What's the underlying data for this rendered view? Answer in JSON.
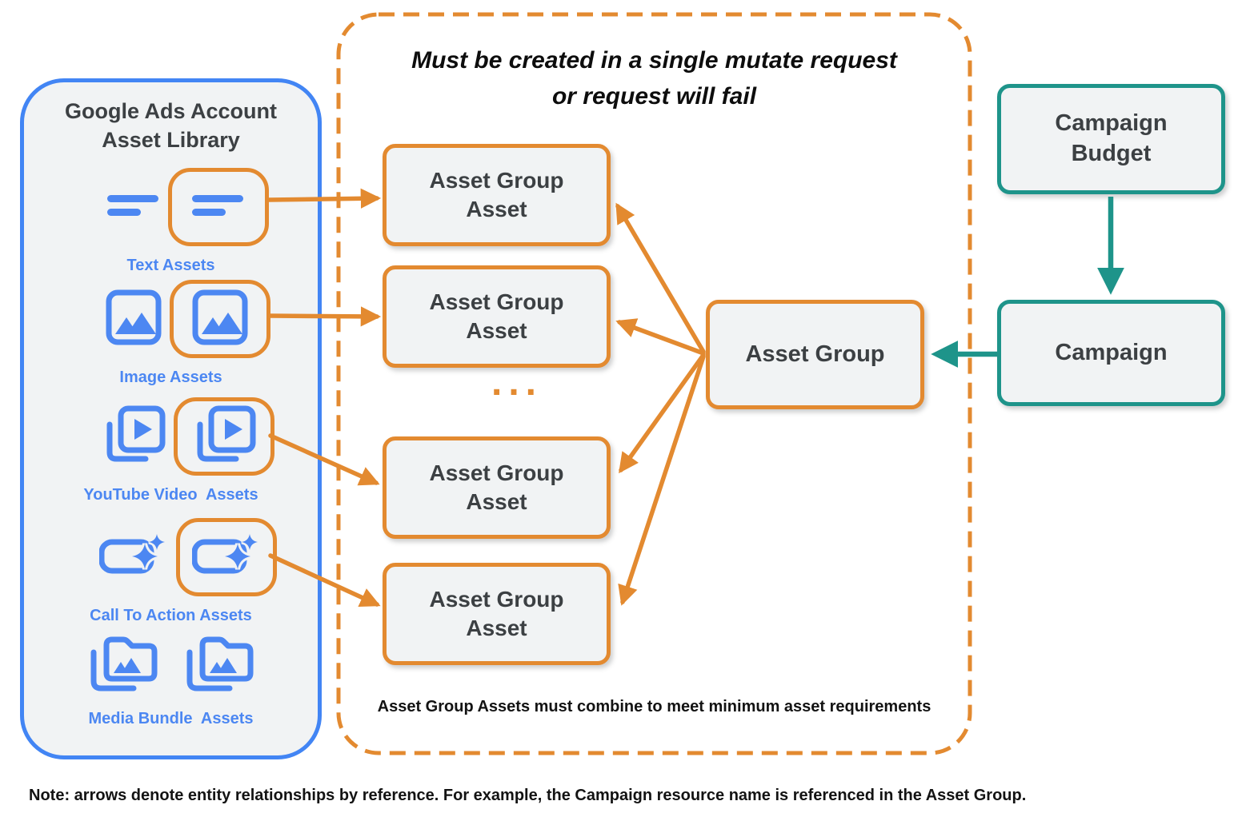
{
  "colors": {
    "orange": "#E38A30",
    "blue": "#4285F4",
    "icon_blue": "#4C87F2",
    "teal": "#1E948A",
    "node_fill": "#F1F3F4",
    "text_dark": "#3C4043",
    "text_black": "#131313"
  },
  "library": {
    "title": "Google Ads Account\nAsset Library",
    "items": [
      {
        "label": "Text Assets",
        "icon": "text-lines-icon",
        "highlighted": true
      },
      {
        "label": "Image Assets",
        "icon": "image-icon",
        "highlighted": true
      },
      {
        "label": "YouTube Video  Assets",
        "icon": "video-stack-icon",
        "highlighted": true
      },
      {
        "label": "Call To Action Assets",
        "icon": "cta-sparkle-icon",
        "highlighted": true
      },
      {
        "label": "Media Bundle  Assets",
        "icon": "media-bundle-folder-icon",
        "highlighted": false
      }
    ]
  },
  "mutate_group": {
    "title": "Must be created in a single mutate request\nor request will fail",
    "ellipsis": "...",
    "caption": "Asset Group Assets must combine to meet minimum asset requirements"
  },
  "nodes": {
    "asset_group_asset": "Asset Group\nAsset",
    "asset_group": "Asset Group",
    "campaign_budget": "Campaign\nBudget",
    "campaign": "Campaign"
  },
  "note": "Note: arrows denote entity relationships by reference. For example, the Campaign resource name is referenced in the Asset Group."
}
